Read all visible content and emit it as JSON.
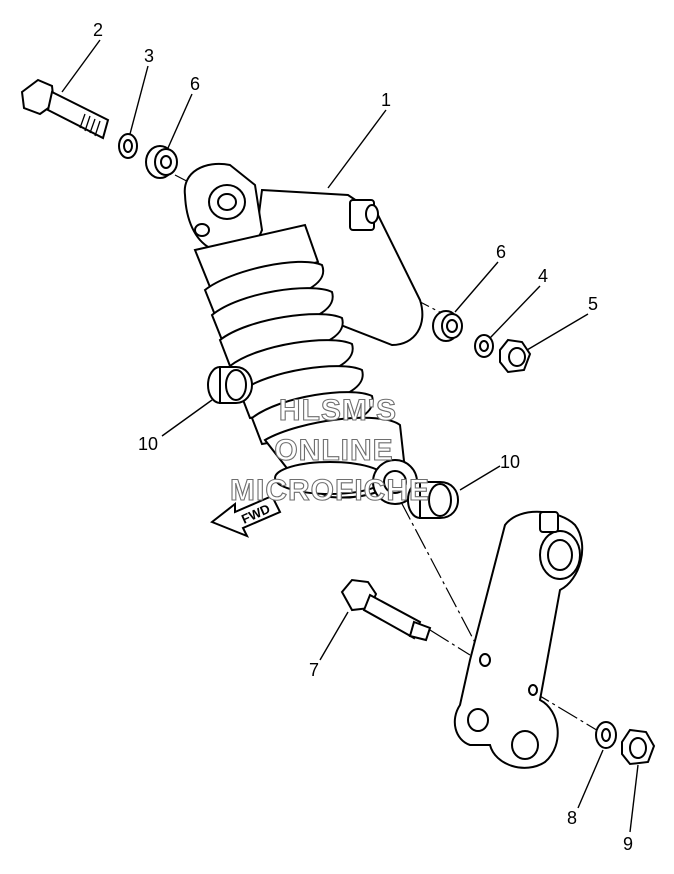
{
  "diagram": {
    "callouts": [
      {
        "id": "c2",
        "text": "2"
      },
      {
        "id": "c3",
        "text": "3"
      },
      {
        "id": "c6a",
        "text": "6"
      },
      {
        "id": "c1",
        "text": "1"
      },
      {
        "id": "c6b",
        "text": "6"
      },
      {
        "id": "c4",
        "text": "4"
      },
      {
        "id": "c5",
        "text": "5"
      },
      {
        "id": "c10a",
        "text": "10"
      },
      {
        "id": "c10b",
        "text": "10"
      },
      {
        "id": "c7",
        "text": "7"
      },
      {
        "id": "c8",
        "text": "8"
      },
      {
        "id": "c9",
        "text": "9"
      }
    ],
    "watermark": [
      "HLSM'S",
      "ONLINE",
      "MICROFICHE"
    ],
    "fwd_label": "FWD"
  }
}
